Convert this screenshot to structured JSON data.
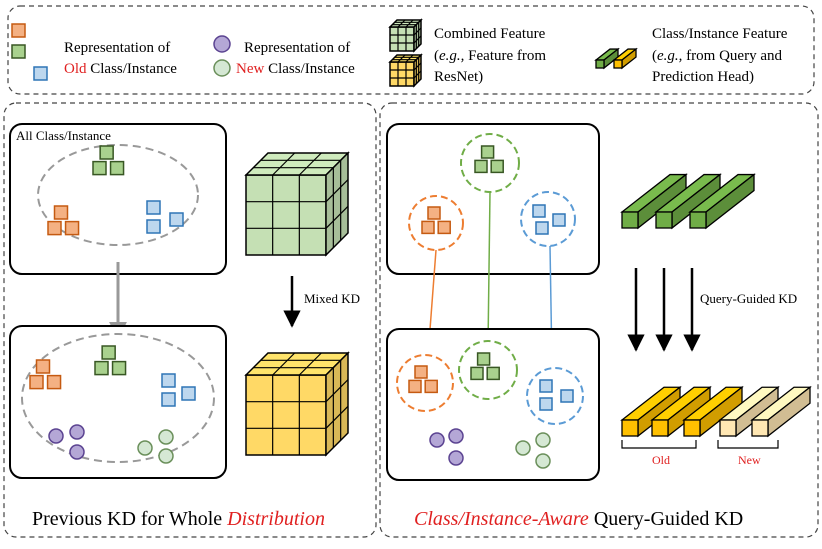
{
  "legend": {
    "rep_prefix": "Representation of",
    "old_word": "Old",
    "old_suffix": " Class/Instance",
    "new_word": "New",
    "new_suffix": " Class/Instance",
    "combined_title": "Combined Feature",
    "combined_eg": "e.g.,",
    "combined_line2_rest": " Feature from",
    "combined_line3": "ResNet)",
    "ci_title": "Class/Instance Feature",
    "ci_eg": "e.g.,",
    "ci_line2_rest": " from Query and",
    "ci_line3": "Prediction Head)"
  },
  "left_panel": {
    "box_label": "All Class/Instance",
    "mixed_kd_label": "Mixed KD",
    "caption_prefix": "Previous KD for Whole ",
    "caption_emph": "Distribution"
  },
  "right_panel": {
    "query_kd_label": "Query-Guided KD",
    "old_label": "Old",
    "new_label": "New",
    "caption_emph": "Class/Instance-Aware",
    "caption_suffix": " Query-Guided KD"
  },
  "colors": {
    "orange_fill": "#f4b183",
    "orange_stroke": "#c55a11",
    "green_fill": "#a9d18e",
    "green_stroke": "#385723",
    "blue_fill": "#bdd7ee",
    "blue_stroke": "#2e75b6",
    "purple_fill": "#b4a7d6",
    "purple_stroke": "#5b4391",
    "lightgreen_fill": "#d5e8d4",
    "lightgreen_stroke": "#6a8f5a",
    "accent_red": "#e02020",
    "cube_green": "#c5e0b4",
    "cube_yellow": "#ffd966",
    "bar_green": "#70ad47",
    "bar_yellow": "#ffc000",
    "bar_cream": "#ffe7b3"
  }
}
